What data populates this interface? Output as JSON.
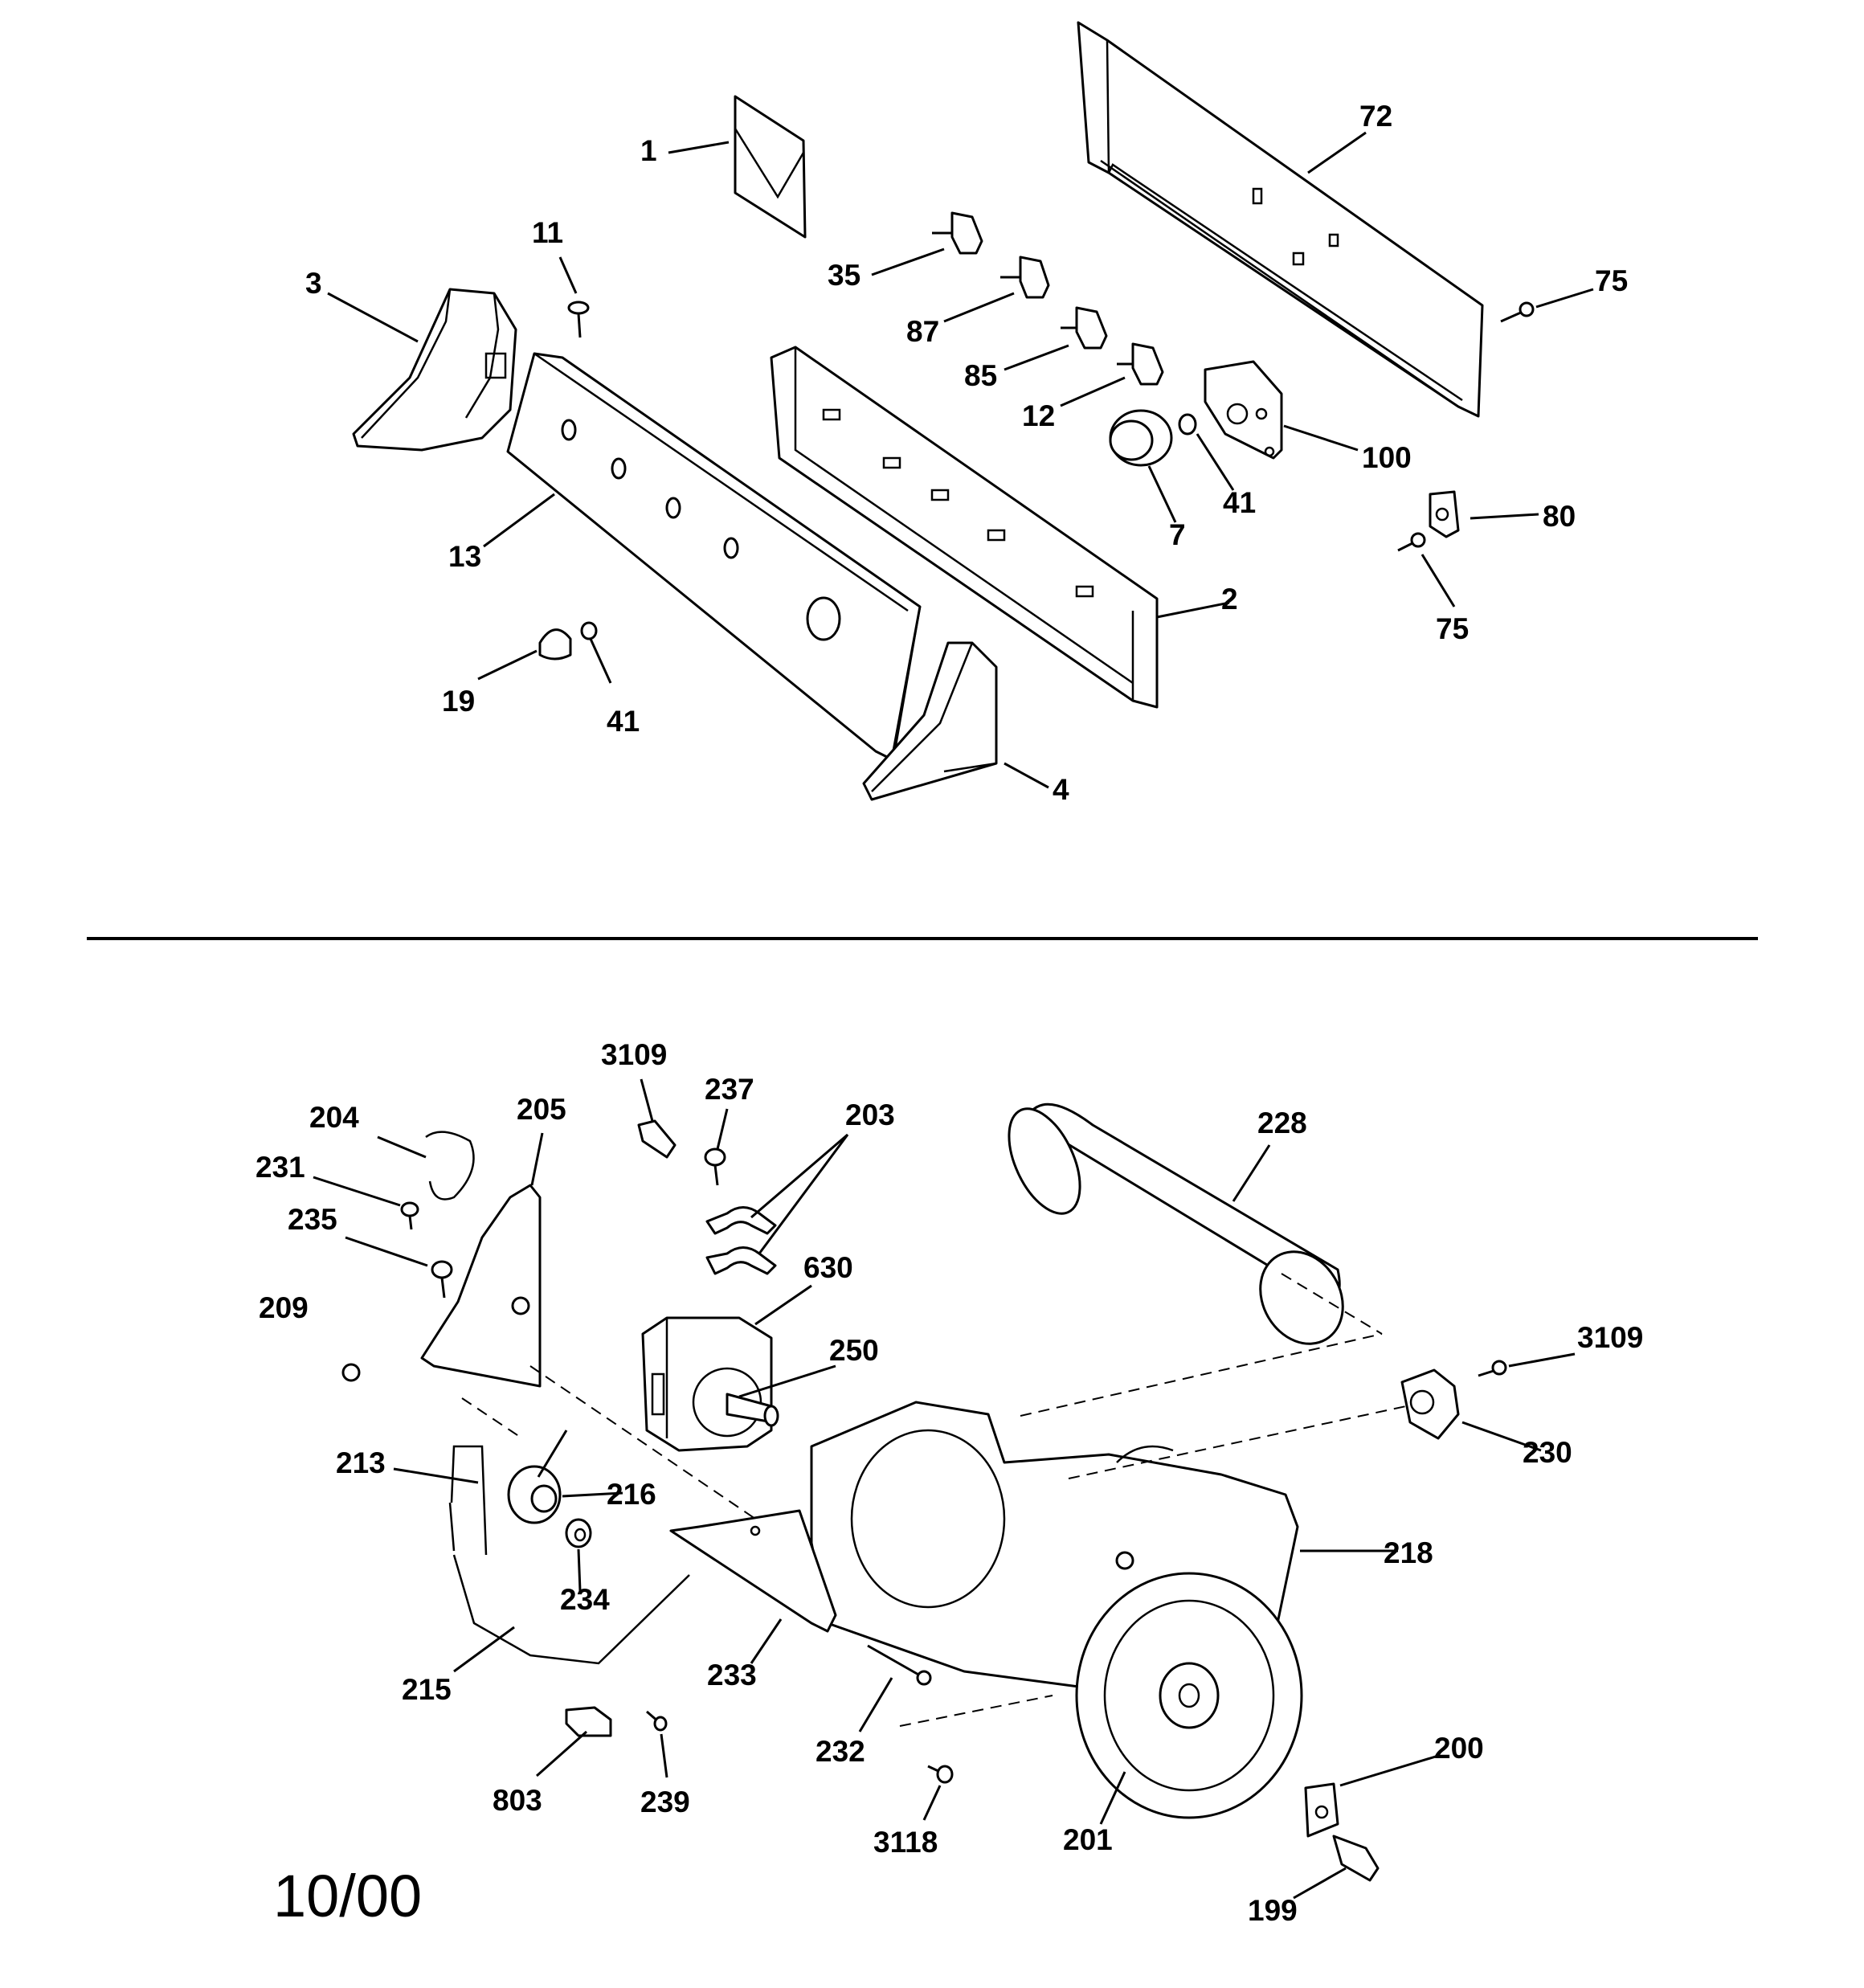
{
  "diagram": {
    "date_code": "10/00",
    "upper_labels": {
      "l1": "1",
      "l72": "72",
      "l11": "11",
      "l3": "3",
      "l35": "35",
      "l87": "87",
      "l75a": "75",
      "l85": "85",
      "l12": "12",
      "l100": "100",
      "l41a": "41",
      "l7": "7",
      "l13": "13",
      "l80": "80",
      "l75b": "75",
      "l2": "2",
      "l19": "19",
      "l41b": "41",
      "l4": "4"
    },
    "lower_labels": {
      "l3109a": "3109",
      "l237": "237",
      "l203": "203",
      "l204": "204",
      "l205": "205",
      "l228": "228",
      "l231": "231",
      "l235": "235",
      "l630": "630",
      "l209": "209",
      "l250": "250",
      "l3109b": "3109",
      "l230": "230",
      "l213": "213",
      "l216": "216",
      "l218": "218",
      "l234": "234",
      "l233": "233",
      "l215": "215",
      "l232": "232",
      "l200": "200",
      "l803": "803",
      "l239": "239",
      "l3118": "3118",
      "l201": "201",
      "l199": "199"
    }
  }
}
